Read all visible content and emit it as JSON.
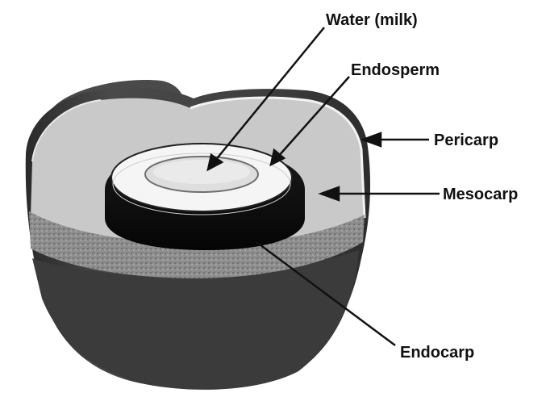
{
  "labels": {
    "water": "Water (milk)",
    "endosperm": "Endosperm",
    "pericarp": "Pericarp",
    "mesocarp": "Mesocarp",
    "endocarp": "Endocarp"
  },
  "colors": {
    "husk_light": "#cfcfcf",
    "husk_dark": "#3a3a3a",
    "shell": "#111111",
    "endosperm": "#f4f4f4",
    "water": "#dcdcdc",
    "fiber": "#9a9a9a"
  }
}
